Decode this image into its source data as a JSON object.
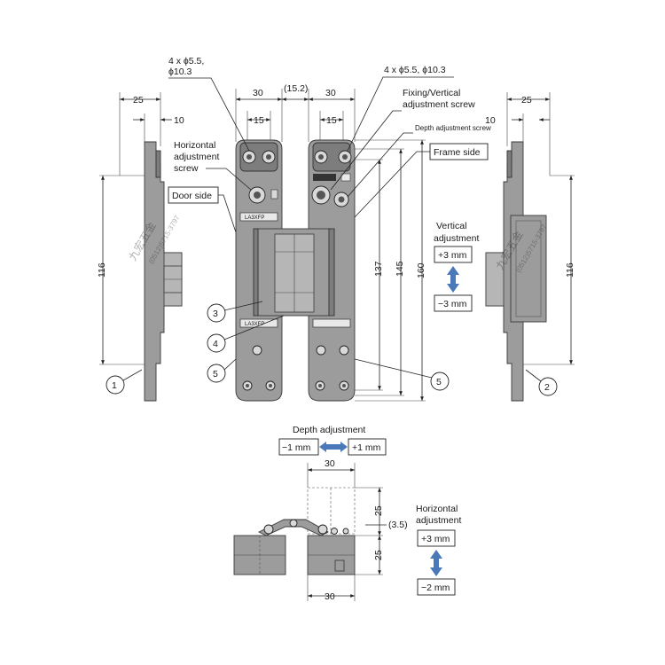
{
  "dimensions": {
    "d25": "25",
    "d10": "10",
    "d30": "30",
    "d15": "15",
    "d15_2": "(15.2)",
    "d116": "116",
    "d137": "137",
    "d145": "145",
    "d160": "160",
    "d3_5": "(3.5)"
  },
  "labels": {
    "holes_left_line1": "4 x ϕ5.5,",
    "holes_left_line2": "ϕ10.3",
    "holes_right": "4 x ϕ5.5, ϕ10.3",
    "fixing_line1": "Fixing/Vertical",
    "fixing_line2": "adjustment screw",
    "depth_screw": "Depth adjustment screw",
    "frame_side": "Frame side",
    "door_side": "Door side",
    "horiz_screw_1": "Horizontal",
    "horiz_screw_2": "adjustment",
    "horiz_screw_3": "screw",
    "vertical_adj_1": "Vertical",
    "vertical_adj_2": "adjustment",
    "vertical_plus": "+3 mm",
    "vertical_minus": "−3 mm",
    "depth_adj": "Depth adjustment",
    "depth_minus": "−1 mm",
    "depth_plus": "+1 mm",
    "horizontal_adj_1": "Horizontal",
    "horizontal_adj_2": "adjustment",
    "horizontal_plus": "+3 mm",
    "horizontal_minus": "−2 mm"
  },
  "callouts": [
    "1",
    "2",
    "3",
    "4",
    "5",
    "5"
  ],
  "watermark": {
    "chars": "九宏五金",
    "phone": "(0512)5715-3797"
  },
  "colors": {
    "part": "#9c9c9c",
    "part_dark": "#7d7d7d",
    "arrow": "#4a78b8"
  }
}
